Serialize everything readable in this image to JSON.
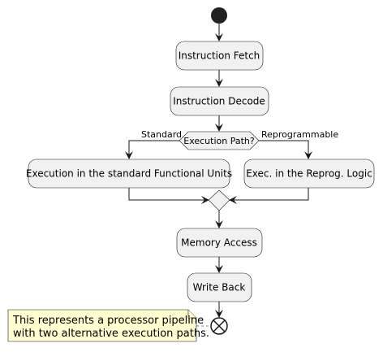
{
  "diagram": {
    "nodes": {
      "fetch": "Instruction Fetch",
      "decode": "Instruction Decode",
      "decision": "Execution Path?",
      "standard_exec": "Execution in the standard Functional Units",
      "reprog_exec": "Exec. in the Reprog. Logic",
      "memory": "Memory Access",
      "writeback": "Write Back"
    },
    "branch_labels": {
      "left": "Standard",
      "right": "Reprogrammable"
    },
    "note": {
      "line1": "This represents a processor pipeline",
      "line2": "with two alternative execution paths."
    },
    "colors": {
      "node_fill": "#f1f1f1",
      "stroke": "#181818",
      "note_fill": "#fefece",
      "start": "#222222"
    }
  }
}
